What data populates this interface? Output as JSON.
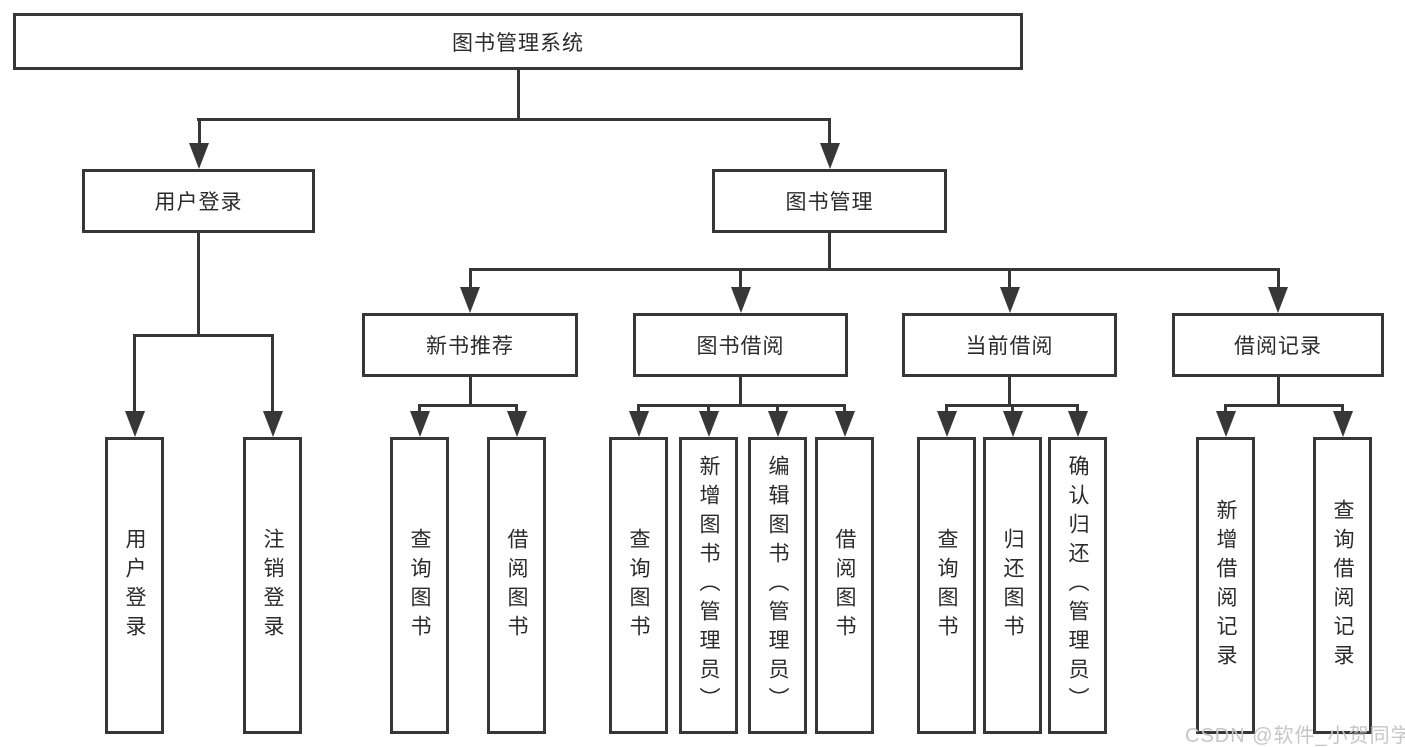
{
  "diagram": {
    "root": "图书管理系统",
    "user_login": {
      "label": "用户登录",
      "children": [
        "用户登录",
        "注销登录"
      ]
    },
    "book_management": {
      "label": "图书管理",
      "sections": [
        {
          "label": "新书推荐",
          "children": [
            "查询图书",
            "借阅图书"
          ]
        },
        {
          "label": "图书借阅",
          "children": [
            "查询图书",
            "新增图书（管理员）",
            "编辑图书（管理员）",
            "借阅图书"
          ]
        },
        {
          "label": "当前借阅",
          "children": [
            "查询图书",
            "归还图书",
            "确认归还（管理员）"
          ]
        },
        {
          "label": "借阅记录",
          "children": [
            "新增借阅记录",
            "查询借阅记录"
          ]
        }
      ]
    }
  },
  "watermark": "CSDN @软件_小贺同学",
  "colors": {
    "line": "#373737",
    "text": "#2b2b2b",
    "background": "#ffffff",
    "watermark": "#c6c6cb"
  }
}
